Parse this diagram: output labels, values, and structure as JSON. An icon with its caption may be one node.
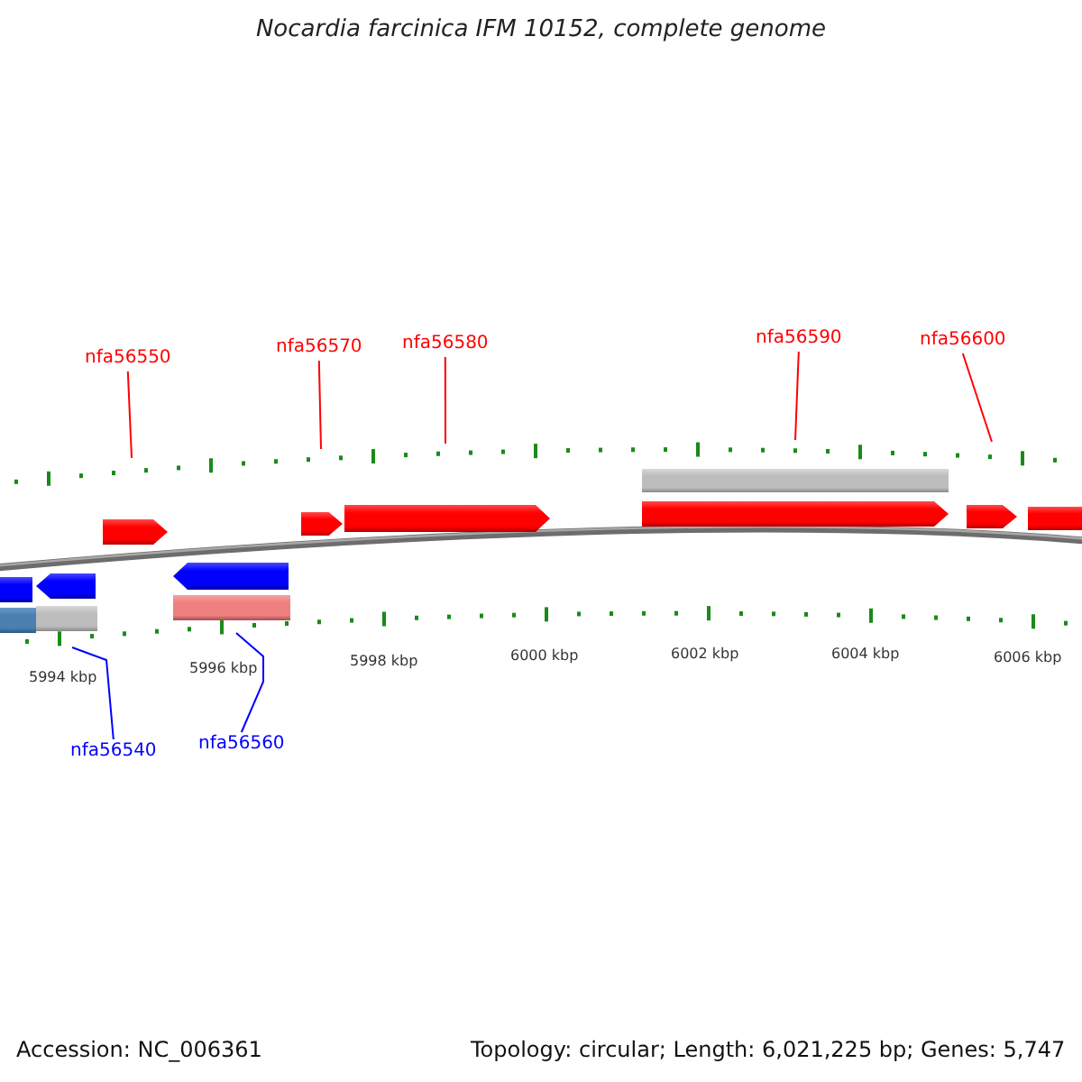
{
  "diagram": {
    "title": "Nocardia farcinica IFM 10152, complete genome",
    "nodes": [
      {
        "text": [
          "nfa56550"
        ]
      },
      {
        "text": [
          "nfa56570"
        ]
      },
      {
        "text": [
          "nfa56580"
        ]
      },
      {
        "text": [
          "nfa56590"
        ]
      },
      {
        "text": [
          "nfa56600"
        ]
      },
      {
        "text": [
          "nfa56540"
        ]
      },
      {
        "text": [
          "nfa56560"
        ]
      }
    ],
    "edges": [
      {
        "from": 0,
        "to": null,
        "arrow": "none"
      },
      {
        "from": 1,
        "to": null,
        "arrow": "none"
      },
      {
        "from": 2,
        "to": null,
        "arrow": "none"
      },
      {
        "from": 3,
        "to": null,
        "arrow": "none"
      },
      {
        "from": 4,
        "to": null,
        "arrow": "none"
      },
      {
        "from": 5,
        "to": null,
        "arrow": "none",
        "color": "#0000ff"
      },
      {
        "from": 6,
        "to": null,
        "arrow": "none",
        "color": "#0000ff"
      }
    ],
    "labels": [
      "5994 kbp",
      "5996 kbp",
      "5998 kbp",
      "6000 kbp",
      "6002 kbp",
      "6004 kbp",
      "6006 kbp",
      "Accession: NC_006361",
      "Topology: circular; Length: 6,021,225 bp; Genes: 5,747"
    ]
  }
}
